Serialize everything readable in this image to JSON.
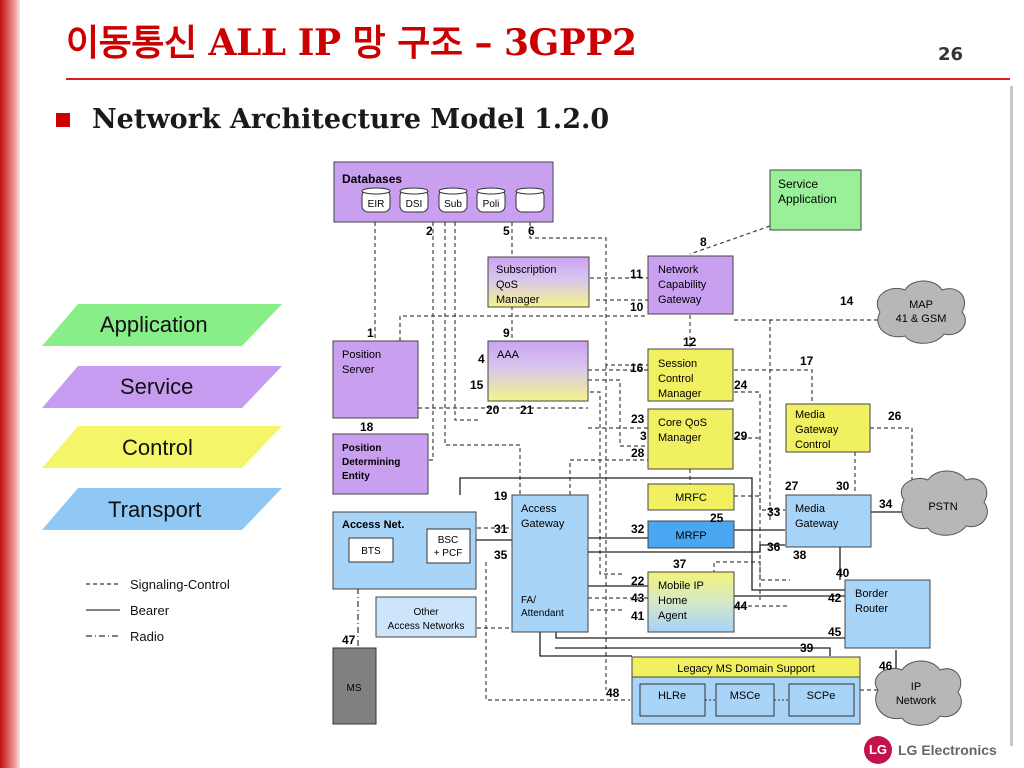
{
  "slide": {
    "title": "이동통신 ALL IP 망 구조 – 3GPP2",
    "page_number": "26",
    "subtitle": "Network Architecture Model 1.2.0",
    "logo_text": "LG Electronics"
  },
  "layers": [
    {
      "label": "Application",
      "color": "#88ee88"
    },
    {
      "label": "Service",
      "color": "#c59cf0"
    },
    {
      "label": "Control",
      "color": "#f5f56a"
    },
    {
      "label": "Transport",
      "color": "#8fc7f5"
    }
  ],
  "legend": [
    {
      "style": "dashed",
      "label": "Signaling-Control"
    },
    {
      "style": "solid",
      "label": "Bearer"
    },
    {
      "style": "dashdot",
      "label": "Radio"
    }
  ],
  "diagram": {
    "databases": {
      "title": "Databases",
      "items": [
        "EIR",
        "DSI",
        "Sub",
        "Poli",
        ""
      ]
    },
    "service_application": [
      "Service",
      "Application"
    ],
    "subscription_qos_manager": [
      "Subscription",
      "QoS",
      "Manager"
    ],
    "network_capability_gateway": [
      "Network",
      "Capability",
      "Gateway"
    ],
    "position_server": [
      "Position",
      "Server"
    ],
    "aaa": "AAA",
    "session_control_manager": [
      "Session",
      "Control",
      "Manager"
    ],
    "media_gateway_control": [
      "Media",
      "Gateway",
      "Control"
    ],
    "core_qos_manager": [
      "Core QoS",
      "Manager"
    ],
    "pde": [
      "Position",
      "Determining",
      "Entity"
    ],
    "mrfc": "MRFC",
    "mrfp": "MRFP",
    "access_gateway": [
      "Access",
      "Gateway"
    ],
    "fa_attendant": [
      "FA/",
      "Attendant"
    ],
    "media_gateway": [
      "Media",
      "Gateway"
    ],
    "access_net": "Access Net.",
    "bts": "BTS",
    "bsc_pcf": [
      "BSC",
      "+ PCF"
    ],
    "other_access": [
      "Other",
      "Access Networks"
    ],
    "mobile_ip_home_agent": [
      "Mobile IP",
      "Home",
      "Agent"
    ],
    "border_router": [
      "Border",
      "Router"
    ],
    "ms": "MS",
    "legacy": {
      "title": "Legacy MS Domain Support",
      "items": [
        "HLRe",
        "MSCe",
        "SCPe"
      ]
    },
    "clouds": {
      "map": [
        "MAP",
        "41 & GSM"
      ],
      "pstn": "PSTN",
      "ip_network": [
        "IP",
        "Network"
      ]
    },
    "interface_numbers": [
      "1",
      "2",
      "3",
      "4",
      "5",
      "6",
      "8",
      "9",
      "10",
      "11",
      "12",
      "14",
      "15",
      "16",
      "17",
      "18",
      "19",
      "20",
      "21",
      "22",
      "23",
      "24",
      "25",
      "26",
      "27",
      "28",
      "29",
      "30",
      "31",
      "32",
      "33",
      "34",
      "35",
      "36",
      "37",
      "38",
      "39",
      "40",
      "41",
      "42",
      "43",
      "44",
      "45",
      "46",
      "47",
      "48"
    ]
  },
  "colors": {
    "title_red": "#cc0000",
    "purple": "#c9a0f0",
    "green": "#99f099",
    "yellow": "#f0f060",
    "blue": "#a8d4f8",
    "gray": "#808080"
  }
}
